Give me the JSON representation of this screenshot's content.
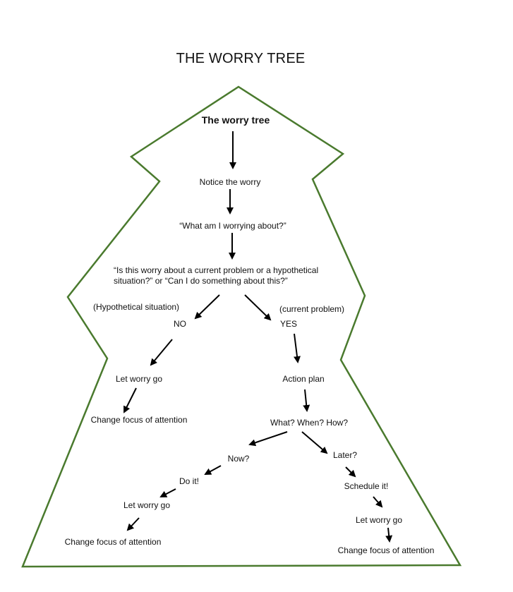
{
  "title": "THE WORRY TREE",
  "colors": {
    "outline": "#4a7a2e",
    "text": "#111111",
    "arrow": "#000000"
  },
  "nodes": {
    "heading": "The worry tree",
    "notice": "Notice the worry",
    "what_worrying": "“What am I worrying about?”",
    "question": "“Is this worry about a current problem or a hypothetical situation?” or “Can I do something about this?”",
    "hypothetical": "(Hypothetical situation)",
    "no": "NO",
    "current": "(current problem)",
    "yes": "YES",
    "left_let_go": "Let worry go",
    "left_change_focus": "Change focus of attention",
    "action_plan": "Action plan",
    "what_when_how": "What? When? How?",
    "now": "Now?",
    "do_it": "Do it!",
    "now_let_go": "Let worry go",
    "now_change_focus": "Change focus of attention",
    "later": "Later?",
    "schedule": "Schedule it!",
    "later_let_go": "Let worry go",
    "later_change_focus": "Change focus of attention"
  }
}
